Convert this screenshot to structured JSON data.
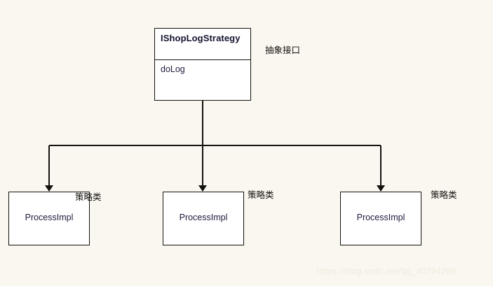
{
  "diagram": {
    "background_color": "#faf7f0",
    "box_fill_color": "#ffffff",
    "line_color": "#14120d",
    "interface": {
      "name": "IShopLogStrategy",
      "method": "doLog",
      "annotation": "抽象接口"
    },
    "implementations": [
      {
        "name": "ProcessImpl",
        "annotation": "策略类"
      },
      {
        "name": "ProcessImpl",
        "annotation": "策略类"
      },
      {
        "name": "ProcessImpl",
        "annotation": "策略类"
      }
    ]
  },
  "watermark": {
    "text": "https://blog.csdn.net/qq_40794266"
  }
}
